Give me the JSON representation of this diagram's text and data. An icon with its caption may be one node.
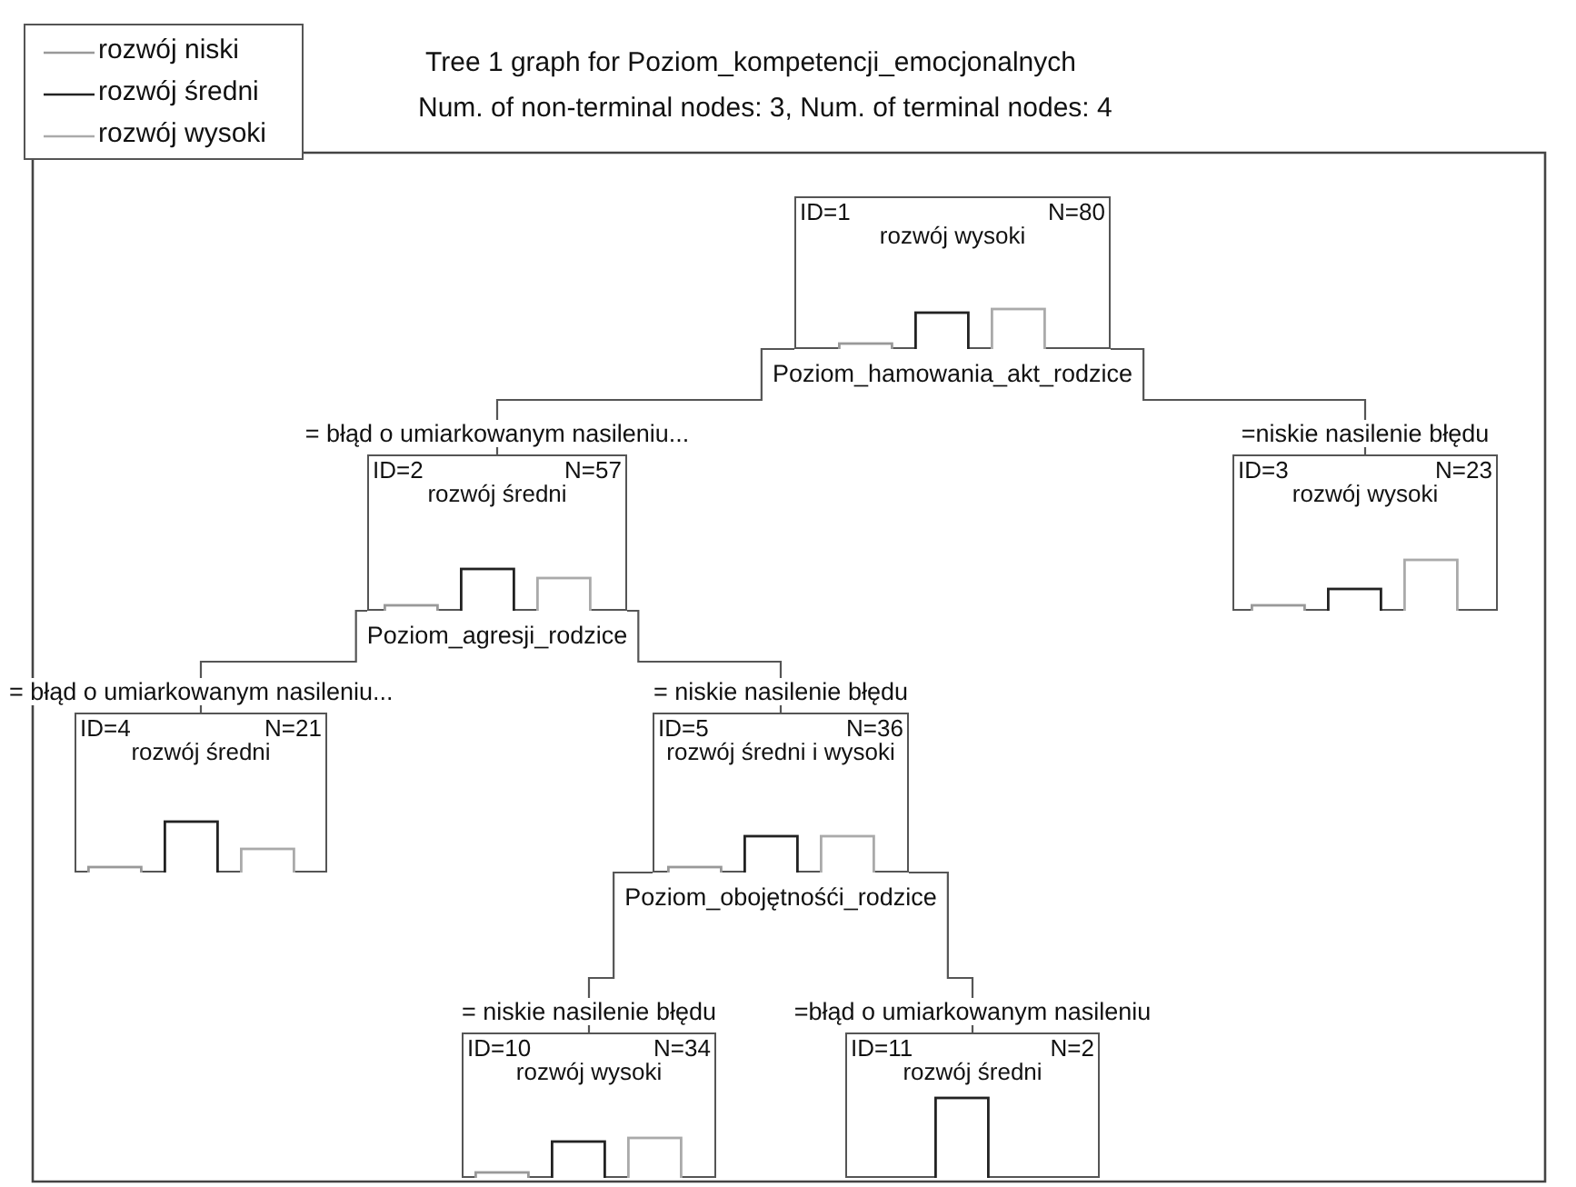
{
  "diagram": {
    "title": "Tree 1 graph for Poziom_kompetencji_emocjonalnych",
    "nodes": [
      {
        "text": [
          "ID=1",
          "N=80",
          "rozwój wysoki"
        ],
        "beside": [
          "Poziom_hamowania_akt_rodzice"
        ]
      },
      {
        "text": [
          "ID=2",
          "N=57",
          "rozwój średni"
        ],
        "beside": [
          "Poziom_agresji_rodzice"
        ]
      },
      {
        "text": [
          "ID=3",
          "N=23",
          "rozwój wysoki"
        ]
      },
      {
        "text": [
          "ID=4",
          "N=21",
          "rozwój średni"
        ]
      },
      {
        "text": [
          "ID=5",
          "N=36",
          "rozwój średni i wysoki"
        ],
        "beside": [
          "Poziom_obojętnośći_rodzice"
        ]
      },
      {
        "text": [
          "ID=10",
          "N=34",
          "rozwój wysoki"
        ]
      },
      {
        "text": [
          "ID=11",
          "N=2",
          "rozwój średni"
        ]
      }
    ],
    "edges": [
      {
        "from": 0,
        "to": 1,
        "arrow": "none",
        "label": "= błąd o umiarkowanym nasileniu..."
      },
      {
        "from": 0,
        "to": 2,
        "arrow": "none",
        "label": "=niskie nasilenie błędu"
      },
      {
        "from": 1,
        "to": 3,
        "arrow": "none",
        "label": "= błąd o umiarkowanym nasileniu..."
      },
      {
        "from": 1,
        "to": 4,
        "arrow": "none",
        "label": "= niskie nasilenie błędu"
      },
      {
        "from": 4,
        "to": 5,
        "arrow": "none",
        "label": "= niskie nasilenie błędu"
      },
      {
        "from": 4,
        "to": 6,
        "arrow": "none",
        "label": "=błąd o umiarkowanym nasileniu"
      }
    ],
    "labels": [
      "Num. of non-terminal nodes: 3, Num. of terminal nodes: 4"
    ],
    "legend": [
      {
        "text": "rozwój niski"
      },
      {
        "text": "rozwój średni"
      },
      {
        "text": "rozwój wysoki"
      }
    ]
  }
}
